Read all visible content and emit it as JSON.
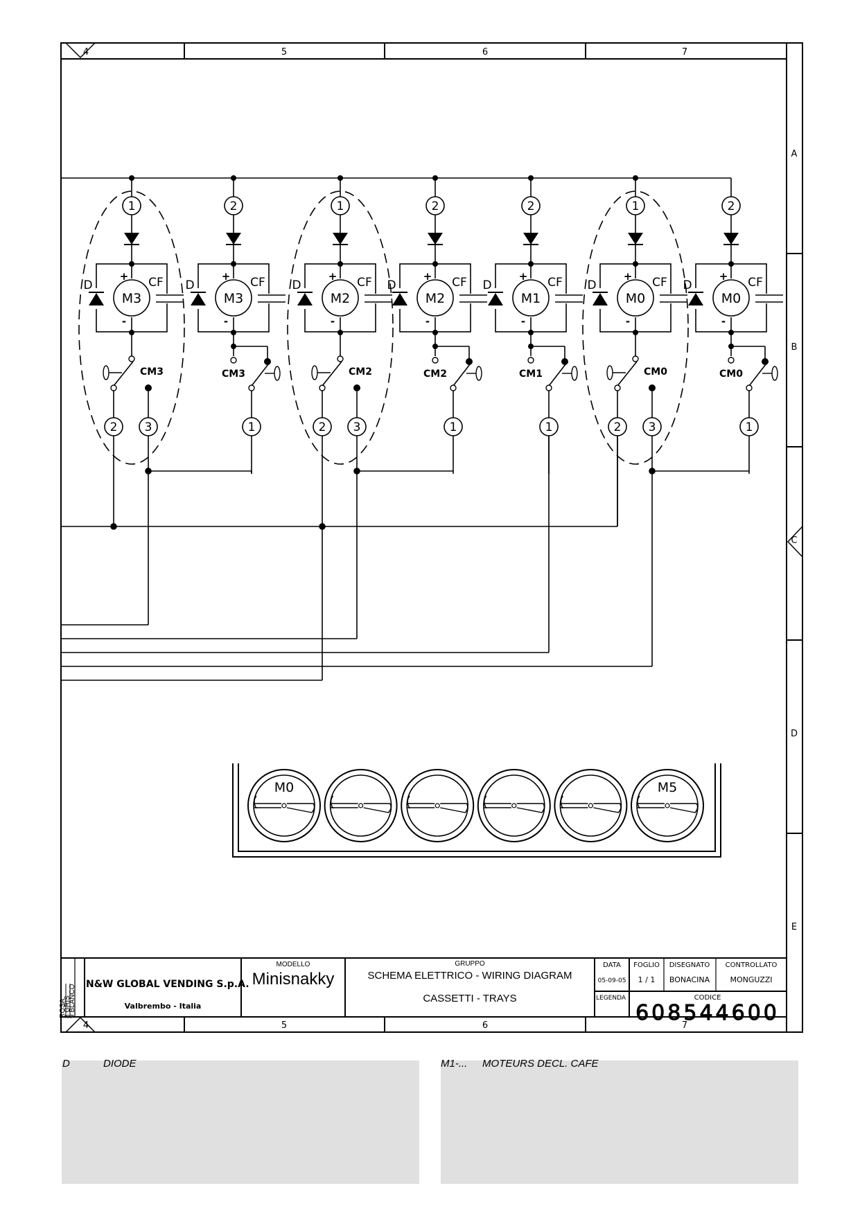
{
  "frame": {
    "columns": [
      "4",
      "5",
      "6",
      "7"
    ],
    "rows": [
      "A",
      "B",
      "C",
      "D",
      "E"
    ]
  },
  "circuits": [
    {
      "motor": "M3",
      "in_node": "1",
      "switch": "CM3",
      "out_nodes": [
        "2",
        "3"
      ],
      "grouped": true
    },
    {
      "motor": "M3",
      "in_node": "2",
      "switch": "CM3",
      "out_nodes": [
        "1"
      ],
      "grouped": false
    },
    {
      "motor": "M2",
      "in_node": "1",
      "switch": "CM2",
      "out_nodes": [
        "2",
        "3"
      ],
      "grouped": true
    },
    {
      "motor": "M2",
      "in_node": "2",
      "switch": "CM2",
      "out_nodes": [
        "1"
      ],
      "grouped": false
    },
    {
      "motor": "M1",
      "in_node": "2",
      "switch": "CM1",
      "out_nodes": [
        "1"
      ],
      "grouped": false
    },
    {
      "motor": "M0",
      "in_node": "1",
      "switch": "CM0",
      "out_nodes": [
        "2",
        "3"
      ],
      "grouped": true
    },
    {
      "motor": "M0",
      "in_node": "2",
      "switch": "CM0",
      "out_nodes": [
        "1"
      ],
      "grouped": false
    }
  ],
  "component_labels": {
    "diode": "D",
    "capacitor": "CF",
    "plus": "+",
    "minus": "-"
  },
  "tray": {
    "first_label": "M0",
    "last_label": "M5",
    "count": 6
  },
  "title_block": {
    "company": "N&W GLOBAL VENDING S.p.A.",
    "location": "Valbrembo - Italia",
    "color_codes": [
      "ROSA",
      "8 GRIS",
      "9 BLANCO"
    ],
    "modello_label": "MODELLO",
    "modello": "Minisnakky",
    "gruppo_label": "GRUPPO",
    "title": "SCHEMA ELETTRICO - WIRING DIAGRAM",
    "subtitle": "CASSETTI - TRAYS",
    "data_label": "DATA",
    "data": "05-09-05",
    "foglio_label": "FOGLIO",
    "foglio": "1 / 1",
    "disegnato_label": "DISEGNATO",
    "disegnato": "BONACINA",
    "controllato_label": "CONTROLLATO",
    "controllato": "MONGUZZI",
    "legenda_label": "LEGENDA",
    "codice_label": "CODICE",
    "codice": "608544600"
  },
  "legend": [
    {
      "code": "D",
      "description": "DIODE"
    },
    {
      "code": "M1-...",
      "description": "MOTEURS DECL. CAFE"
    }
  ]
}
